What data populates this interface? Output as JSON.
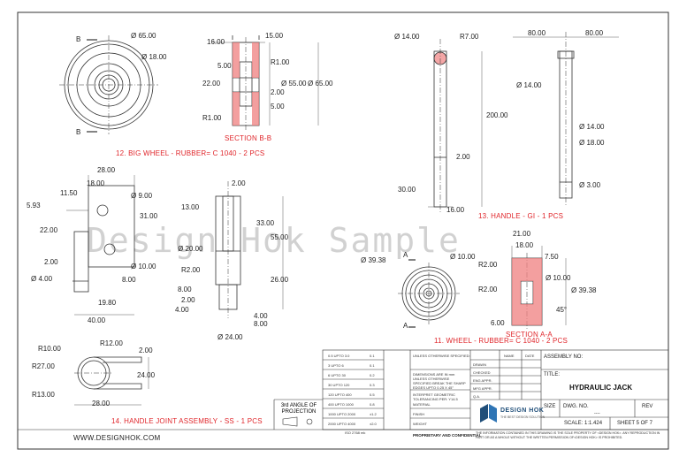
{
  "website": "WWW.DESIGNHOK.COM",
  "watermark": "Design Hok Sample",
  "views": {
    "big_wheel": {
      "caption": "12. BIG WHEEL - RUBBER= C 1040 - 2 PCS",
      "b1": "B",
      "b2": "B",
      "d65": "Ø 65.00",
      "d18": "Ø 18.00"
    },
    "section_bb": {
      "caption": "SECTION B-B",
      "d16": "16.00",
      "d15": "15.00",
      "d5a": "5.00",
      "r1": "R1.00",
      "d22": "22.00",
      "d2": "2.00",
      "d55": "Ø 55.00",
      "d65": "Ø 65.00",
      "d5b": "5.00",
      "r1b": "R1.00"
    },
    "handle": {
      "caption": "13. HANDLE - GI - 1 PCS",
      "d14": "Ø 14.00",
      "r7": "R7.00",
      "d200": "200.00",
      "d2": "2.00",
      "d30": "30.00",
      "d16": "16.00",
      "d80a": "80.00",
      "d80b": "80.00",
      "d14b": "Ø 14.00",
      "d14c": "Ø 14.00",
      "d18": "Ø 18.00",
      "d3": "Ø 3.00"
    },
    "joint": {
      "d28": "28.00",
      "d18": "18.00",
      "d1150": "11.50",
      "d593": "5.93",
      "d9": "Ø 9.00",
      "d31": "31.00",
      "d22": "22.00",
      "d2": "2.00",
      "d10": "Ø 10.00",
      "d4": "Ø 4.00",
      "d8": "8.00",
      "d1980": "19.80",
      "d40": "40.00"
    },
    "joint_side": {
      "d2": "2.00",
      "d13": "13.00",
      "d33": "33.00",
      "d55": "55.00",
      "d20": "Ø 20.00",
      "r2": "R2.00",
      "d26": "26.00",
      "d8a": "8.00",
      "d2b": "2.00",
      "d4": "4.00",
      "d4b": "4.00",
      "d8b": "8.00",
      "d24": "Ø 24.00"
    },
    "joint_top": {
      "caption": "14. HANDLE JOINT ASSEMBLY - SS - 1 PCS",
      "r10": "R10.00",
      "r12": "R12.00",
      "r27": "R27.00",
      "r13": "R13.00",
      "d2": "2.00",
      "d24": "24.00",
      "d28": "28.00"
    },
    "wheel": {
      "caption": "11. WHEEL - RUBBER= C 1040 - 2 PCS",
      "a1": "A",
      "a2": "A",
      "d3938": "Ø 39.38",
      "d10": "Ø 10.00"
    },
    "section_aa": {
      "caption": "SECTION A-A",
      "d21": "21.00",
      "d18": "18.00",
      "d750": "7.50",
      "r2a": "R2.00",
      "d10": "Ø 10.00",
      "r2b": "R2.00",
      "d3938": "Ø 39.38",
      "d6": "6.00",
      "d45": "45°"
    }
  },
  "title_block": {
    "tolerances": [
      [
        "0.5 UPTO 3.0",
        "0.1"
      ],
      [
        "3 UPTO 6",
        "0.1"
      ],
      [
        "6 UPTO 30",
        "0.2"
      ],
      [
        "30 UPTO 120",
        "0.3"
      ],
      [
        "120 UPTO 400",
        "0.5"
      ],
      [
        "400 UPTO 1000",
        "0.8"
      ],
      [
        "1000 UPTO 2000",
        "±1.2"
      ],
      [
        "2000 UPTO 4000",
        "±2.0"
      ]
    ],
    "iso": "ISO 2768 mk",
    "projection": "3rd ANGLE OF PROJECTION",
    "unless": "UNLESS OTHERWISE SPECIFIED:",
    "dims_note": "DIMENSIONS ARE IN mm UNLESS OTHERWISE SPECIFIED BREAK THE SHARP EDGES UPTO 0.25 X 45°",
    "geom": "INTERPRET GEOMETRIC TOLERANCING PER: Y14.5",
    "material": "MATERIAL",
    "finish": "FINISH",
    "weight": "WEIGHT",
    "proprietary": "PROPRIETARY AND CONFIDENTIAL",
    "name_h": "NAME",
    "date_h": "DATE",
    "roles": [
      "DRAWN",
      "CHECKED",
      "ENG APPR.",
      "MFG APPR.",
      "Q.A."
    ],
    "logo": "DESIGN HOK",
    "logo_sub": "THE BEST DESIGN SOLUTION",
    "notice": "THE INFORMATION CONTAINED IN THIS DRAWING IS THE SOLE PROPERTY OF <DESIGN HOK>. ANY REPRODUCTION IN PART OR AS A WHOLE WITHOUT THE WRITTEN PERMISSION OF<DESIGN HOK> IS PROHIBITED.",
    "assembly_no": "ASSEMBLY NO:",
    "title_label": "TITLE:",
    "title": "HYDRAULIC JACK",
    "size_label": "SIZE",
    "dwg_label": "DWG. NO.",
    "dwg_val": "----",
    "rev": "REV",
    "scale": "SCALE: 1:1.424",
    "sheet": "SHEET 5 OF 7"
  }
}
